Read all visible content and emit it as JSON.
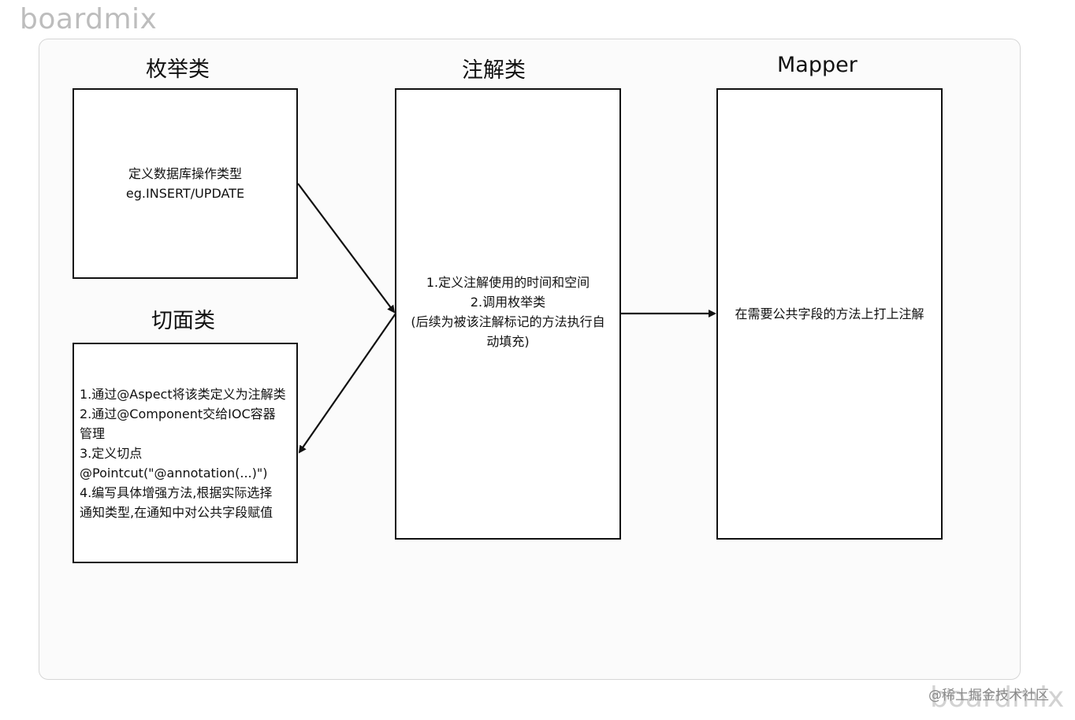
{
  "watermark": {
    "top": "boardmix",
    "bottom": "boardmix",
    "credit": "@稀土掘金技术社区"
  },
  "enum": {
    "title": "枚举类",
    "lines": [
      "定义数据库操作类型",
      "eg.INSERT/UPDATE"
    ]
  },
  "aspect": {
    "title": "切面类",
    "lines": [
      "1.通过@Aspect将该类定义为注解类",
      "2.通过@Component交给IOC容器",
      "管理",
      "3.定义切点",
      "@Pointcut(\"@annotation(...)\")",
      "4.编写具体增强方法,根据实际选择",
      "通知类型,在通知中对公共字段赋值"
    ]
  },
  "annotation": {
    "title": "注解类",
    "lines": [
      "1.定义注解使用的时间和空间",
      "2.调用枚举类",
      "(后续为被该注解标记的方法执行自",
      "动填充)"
    ]
  },
  "mapper": {
    "title": "Mapper",
    "lines": [
      "在需要公共字段的方法上打上注解"
    ]
  }
}
